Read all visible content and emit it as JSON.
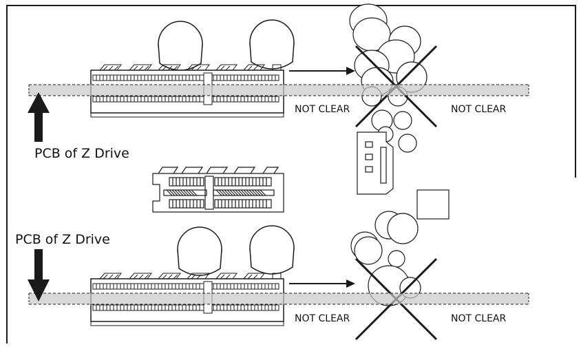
{
  "labels": {
    "pcb_top": "PCB of Z Drive",
    "pcb_bottom": "PCB of Z Drive",
    "not_clear_1": "NOT CLEAR",
    "not_clear_2": "NOT CLEAR",
    "not_clear_3": "NOT CLEAR",
    "not_clear_4": "NOT CLEAR"
  },
  "colors": {
    "line": "#1a1a1a",
    "pcb_band": "#c8c8c8",
    "background": "#ffffff"
  }
}
